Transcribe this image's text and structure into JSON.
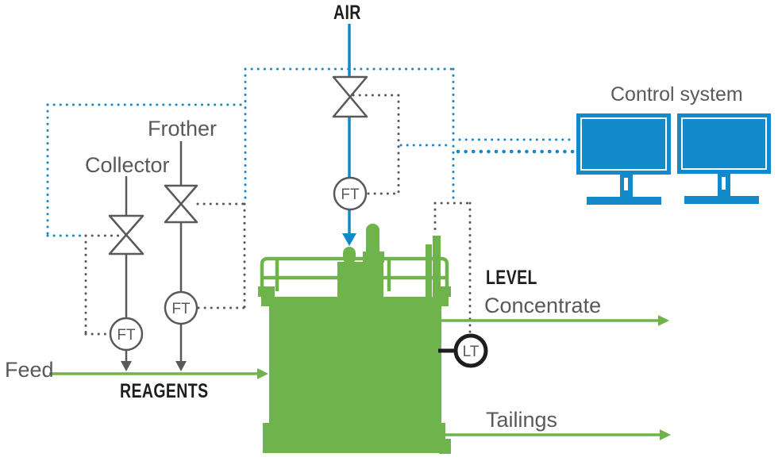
{
  "labels": {
    "air": "AIR",
    "control_system": "Control system",
    "frother": "Frother",
    "collector": "Collector",
    "feed": "Feed",
    "reagents": "REAGENTS",
    "level": "LEVEL",
    "concentrate": "Concentrate",
    "tailings": "Tailings"
  },
  "instruments": {
    "air_flow_transmitter": "FT",
    "frother_flow_transmitter": "FT",
    "collector_flow_transmitter": "FT",
    "level_transmitter": "LT"
  },
  "colors": {
    "process_green": "#6FB44A",
    "air_control_blue": "#1489C9",
    "line_gray": "#58595B",
    "text_black": "#1D1D1B"
  }
}
